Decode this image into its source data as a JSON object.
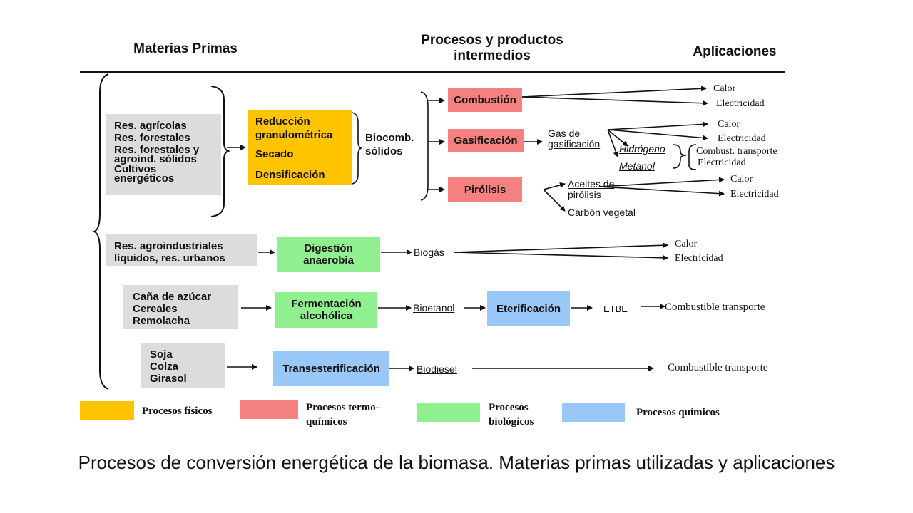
{
  "headers": {
    "raw": "Materias Primas",
    "process_line1": "Procesos y productos",
    "process_line2": "intermedios",
    "apps": "Aplicaciones"
  },
  "raw_materials": {
    "solid": [
      "Res. agrícolas",
      "Res. forestales",
      "Res. forestales y",
      "agroind. sólidos",
      "Cultivos",
      "energéticos"
    ],
    "liquid": [
      "Res. agroindustriales",
      "líquidos, res. urbanos"
    ],
    "sugar": [
      "Caña de azúcar",
      "Cereales",
      "Remolacha"
    ],
    "oil": [
      "Soja",
      "Colza",
      "Girasol"
    ]
  },
  "physical": [
    "Reducción",
    "granulométrica",
    "Secado",
    "Densificación"
  ],
  "biocomb": [
    "Biocomb.",
    "sólidos"
  ],
  "thermo": {
    "combustion": "Combustión",
    "gasification": "Gasificación",
    "pyrolysis": "Pirólisis"
  },
  "intermediates": {
    "gas_line1": "Gas de",
    "gas_line2": "gasificación",
    "hydrogen": "Hidrógeno",
    "methanol": "Metanol",
    "pyro_oil_line1": "Aceites de",
    "pyro_oil_line2": "pirólisis",
    "charcoal": "Carbón vegetal",
    "biogas": "Biogás",
    "bioethanol": "Bioetanol",
    "biodiesel": "Biodiesel",
    "etbe": "ETBE"
  },
  "bio": {
    "digestion": [
      "Digestión",
      "anaerobia"
    ],
    "fermentation": [
      "Fermentación",
      "alcohólica"
    ]
  },
  "chem": {
    "etherification": "Eterificación",
    "transesterification": "Transesterificación"
  },
  "applications": {
    "heat": "Calor",
    "electricity": "Electricidad",
    "transport_fuel_short": "Combust. transporte",
    "transport_fuel": "Combustible transporte"
  },
  "legend": {
    "physical": "Procesos físicos",
    "thermo_line1": "Procesos termo-",
    "thermo_line2": "químicos",
    "bio_line1": "Procesos",
    "bio_line2": "biológicos",
    "chem": "Procesos químicos"
  },
  "colors": {
    "physical": "#ffc400",
    "thermo": "#f48080",
    "bio": "#90f090",
    "chem": "#99c8f8",
    "raw": "#dcdcdc"
  },
  "caption": "Procesos de conversión energética de la biomasa. Materias primas utilizadas y aplicaciones"
}
